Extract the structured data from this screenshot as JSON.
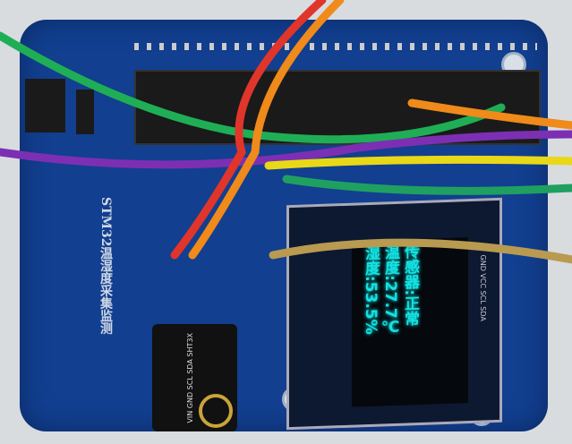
{
  "board": {
    "title": "STM32温湿度采集监测"
  },
  "oled": {
    "line1": "传感器:正常",
    "line2": "温度:27.7℃",
    "line3": "湿度:53.5%",
    "pins": "GND VCC SCL SDA"
  },
  "sensor": {
    "name": "SHT3X",
    "pins": "VIN GND SCL SDA"
  }
}
